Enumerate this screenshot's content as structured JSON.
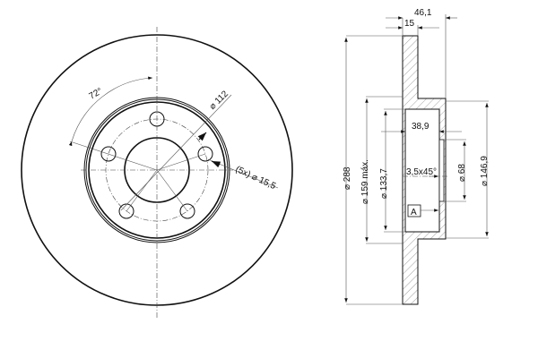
{
  "front_view": {
    "angle_label": "72°",
    "bolt_circle_label": "⌀ 112",
    "holes_label": "(5x) ⌀ 15,5"
  },
  "side_view": {
    "overall_height_label": "46,1",
    "thickness_label": "15",
    "diameter_outer_label": "⌀ 288",
    "diameter_max_label": "⌀ 159 máx.",
    "diameter_hub_inner_label": "⌀ 133,7",
    "hub_depth_label": "38,9",
    "chamfer_label": "3,5x45°",
    "center_bore_label": "⌀ 68",
    "hat_diameter_label": "⌀ 146,9",
    "datum_label": "A"
  }
}
